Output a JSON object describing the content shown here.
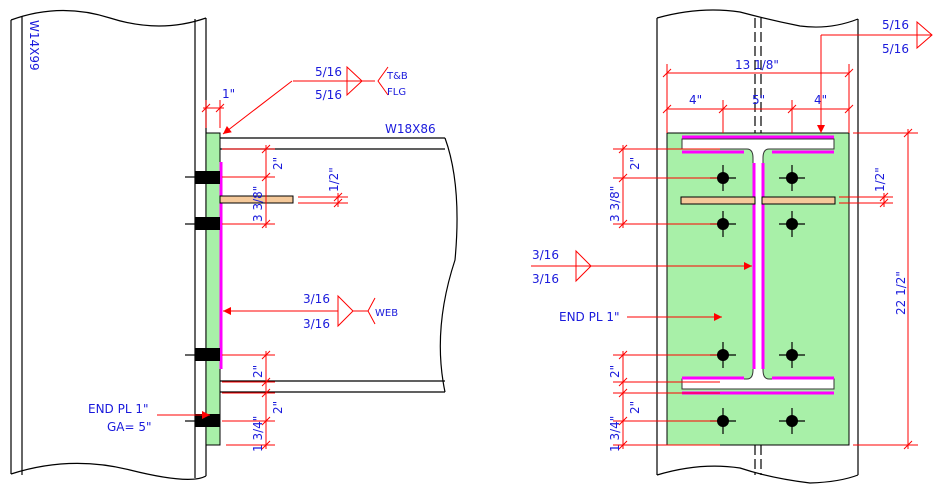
{
  "left_view": {
    "column_label": "W14X99",
    "beam_label": "W18X86",
    "dims": {
      "plate_thk": "1\"",
      "flange_to_bolt_top": "2\"",
      "bolt_spacing_top": "3 3/8\"",
      "stiffener_thk": "1/2\"",
      "bolt_to_flange_bot": "2\"",
      "flange_to_bolt_bot": "2\"",
      "edge_bot": "1 3/4\""
    },
    "flange_weld": {
      "top": "5/16",
      "bottom": "5/16",
      "note_line1": "T&B",
      "note_line2": "FLG"
    },
    "web_weld": {
      "top": "3/16",
      "bottom": "3/16",
      "note": "WEB"
    },
    "end_plate_note": {
      "line1": "END PL 1\"",
      "line2": "GA= 5\""
    }
  },
  "right_view": {
    "dims": {
      "plate_width": "13 1/8\"",
      "left_edge": "4\"",
      "gage": "5\"",
      "right_edge": "4\"",
      "plate_height": "22 1/2\"",
      "flange_to_bolt_top": "2\"",
      "bolt_spacing_top": "3 3/8\"",
      "stiffener_thk": "1/2\"",
      "bolt_to_flange_bot": "2\"",
      "flange_to_bolt_bot": "2\"",
      "edge_bot": "1 3/4\""
    },
    "flange_weld": {
      "top": "5/16",
      "bottom": "5/16"
    },
    "web_weld": {
      "top": "3/16",
      "bottom": "3/16"
    },
    "end_plate_note": "END PL 1\""
  },
  "colors": {
    "dimension": "#ff0000",
    "text": "#1a1adc",
    "weld": "#ff00ff",
    "plate": "#a8f0a8",
    "stiffener": "#f5c99a"
  }
}
